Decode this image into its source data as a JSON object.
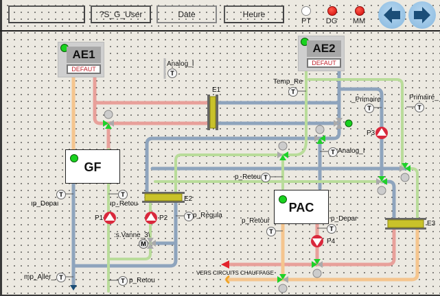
{
  "header": {
    "field_empty": "",
    "user_field": "?S_G_User",
    "date_field": "Date",
    "time_field": "Heure",
    "indicators": [
      {
        "label": "PT",
        "state": "off",
        "color": "#ffffff"
      },
      {
        "label": "DG",
        "state": "alarm",
        "color": "#e01010"
      },
      {
        "label": "MM",
        "state": "alarm",
        "color": "#e01010"
      }
    ],
    "nav": {
      "back_icon": "arrow-left-icon",
      "forward_icon": "arrow-right-icon"
    }
  },
  "equipment": {
    "ae1": {
      "name": "AE1",
      "status": "DEFAUT",
      "running": true
    },
    "ae2": {
      "name": "AE2",
      "status": "DEFAUT",
      "running": true
    },
    "gf": {
      "name": "GF",
      "running": true
    },
    "pac": {
      "name": "PAC",
      "running": true
    },
    "exchangers": [
      "E1",
      "E2",
      "E3"
    ],
    "pumps": [
      "P1",
      "P2",
      "P3",
      "P4"
    ]
  },
  "labels": {
    "analog_1": "Analog_I",
    "analog_2": "Analog_I",
    "temp_re": "Temp_Re",
    "primaire_1": "_Primaire",
    "primaire_2": "Primaire_",
    "p_retour_mid": "p_Retou",
    "tp_depart_gf": "ıp_Depaı",
    "tp_retour_gf": "ıp_Retou",
    "p_regul": "p_Régula",
    "vanne": ":s.Vanne_3\\",
    "p_retour_pac": "p_Retour",
    "p_depart_pac": "p_Depar",
    "tp_aller": "mp_Aller_",
    "p_retour_bottom": "p_Retou",
    "vers_circuits": "VERS CIRCUITS CHAUFFAGE",
    "sensor_symbol": "T",
    "motor_symbol": "M"
  },
  "colors": {
    "pipe_red": "#e8a09a",
    "pipe_orange": "#f5c58e",
    "pipe_blue": "#8ea4bd",
    "pipe_green": "#b9dc9a",
    "pump_red": "#d9283c",
    "valve_green": "#1fd12a",
    "exchanger_yellow": "#c9c22a"
  }
}
